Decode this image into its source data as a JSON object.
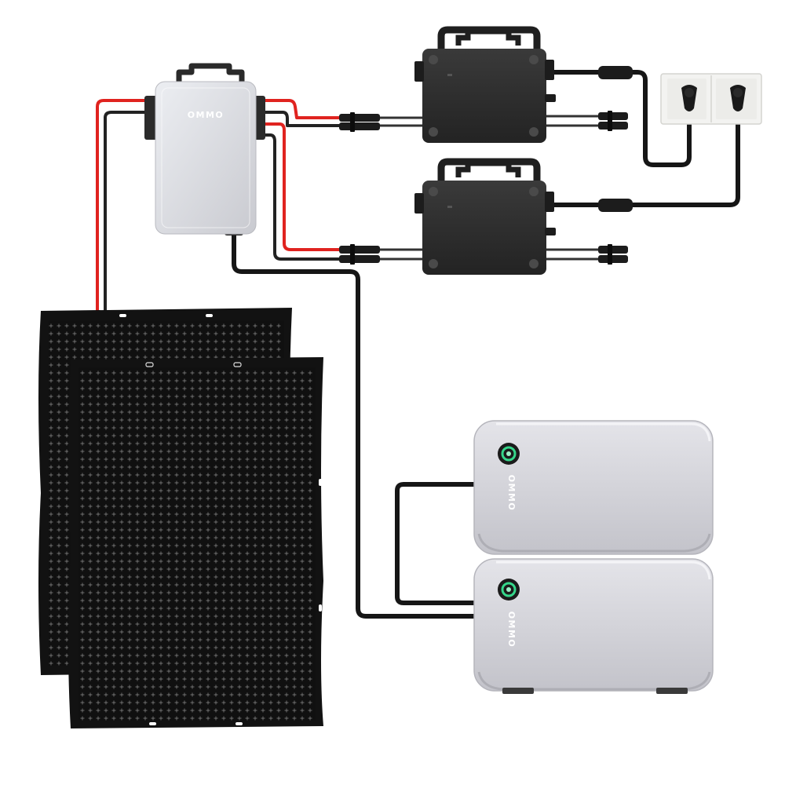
{
  "brand": {
    "hub_logo": "OMMO",
    "battery_top_logo": "OMMO",
    "battery_bottom_logo": "OMMO"
  },
  "components": {
    "solar_panels": 2,
    "hub": 1,
    "micro_inverters": 2,
    "wall_sockets": 2,
    "battery_modules": 2
  },
  "colors": {
    "background": "#ffffff",
    "cable_positive": "#e0231f",
    "cable_negative": "#222222",
    "cable_ac": "#161616",
    "panel": "#111111",
    "inverter": "#2e2e2e",
    "hub_body": "#dcdde2",
    "battery_body": "#cdcdd3",
    "battery_led": "#35d68a",
    "socket": "#f1f1ef"
  },
  "icons": [
    "power-button-icon",
    "schuko-plug-icon",
    "mc4-connector-icon",
    "mounting-hole-icon"
  ]
}
